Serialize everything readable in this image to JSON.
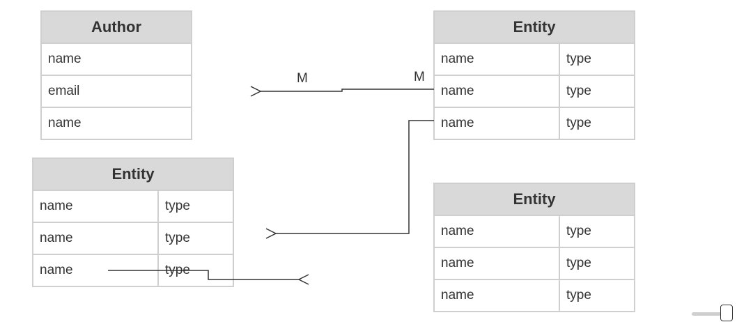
{
  "entities": {
    "author": {
      "title": "Author",
      "rows": [
        {
          "name": "name"
        },
        {
          "name": "email"
        },
        {
          "name": "name"
        }
      ]
    },
    "entity_top_right": {
      "title": "Entity",
      "rows": [
        {
          "name": "name",
          "type": "type"
        },
        {
          "name": "name",
          "type": "type"
        },
        {
          "name": "name",
          "type": "type"
        }
      ]
    },
    "entity_left": {
      "title": "Entity",
      "rows": [
        {
          "name": "name",
          "type": "type"
        },
        {
          "name": "name",
          "type": "type"
        },
        {
          "name": "name",
          "type": "type"
        }
      ]
    },
    "entity_bottom_right": {
      "title": "Entity",
      "rows": [
        {
          "name": "name",
          "type": "type"
        },
        {
          "name": "name",
          "type": "type"
        },
        {
          "name": "name",
          "type": "type"
        }
      ]
    }
  },
  "connectors": {
    "top_link": {
      "left_label": "M",
      "right_label": "M"
    }
  },
  "colors": {
    "header_bg": "#d9d9d9",
    "border": "#cfcfcf",
    "line": "#333333",
    "text": "#333333"
  }
}
